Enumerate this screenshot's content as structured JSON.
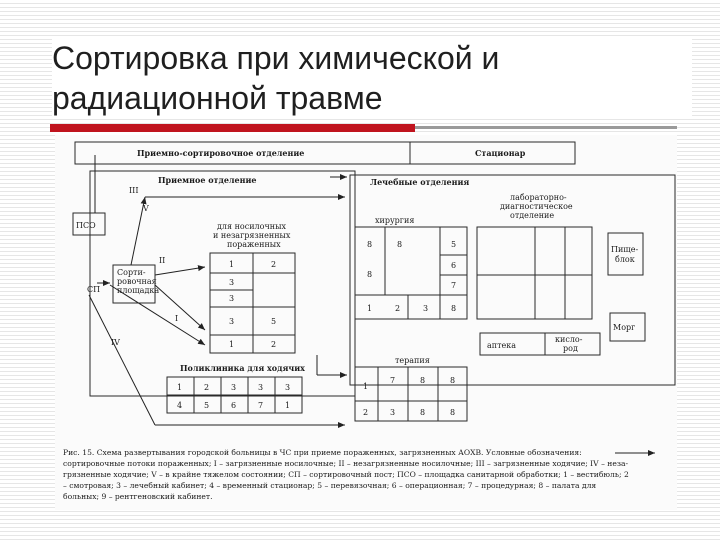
{
  "slide": {
    "title_line1": "Сортировка при химической и",
    "title_line2": "радиационной травме"
  },
  "diagram": {
    "header_left": "Приемно-сортировочное отделение",
    "header_right": "Стационар",
    "reception": "Приемное отделение",
    "treatment": "Лечебные отделения",
    "surgery": "хирургия",
    "lab_line1": "лабораторно-",
    "lab_line2": "диагностическое",
    "lab_line3": "отделение",
    "pso": "ПСО",
    "sp": "СП",
    "sort_line1": "Сорти-",
    "sort_line2": "ровочная",
    "sort_line3": "площадка",
    "walking_line1": "для носилочных",
    "walking_line2": "и незагрязненных",
    "walking_line3": "пораженных",
    "polyclinic": "Поликлиника для ходячих",
    "therapy": "терапия",
    "pharmacy": "аптека",
    "oxygen_line1": "кисло-",
    "oxygen_line2": "род",
    "food_line1": "Пище-",
    "food_line2": "блок",
    "morgue": "Морг",
    "roman": [
      "I",
      "II",
      "III",
      "IV",
      "V"
    ],
    "cells": {
      "walk": [
        "1",
        "2",
        "3",
        "3",
        "3",
        "5",
        "1",
        "2"
      ],
      "poly": [
        "1",
        "2",
        "3",
        "3",
        "3",
        "4",
        "5",
        "6",
        "7",
        "1"
      ],
      "surgery": [
        "8",
        "8",
        "8",
        "5",
        "6",
        "7",
        "1",
        "2",
        "3",
        "8"
      ],
      "therapy": [
        "1",
        "7",
        "8",
        "8",
        "2",
        "3",
        "8",
        "8"
      ]
    }
  },
  "caption": {
    "line1": "Рис. 15. Схема развертывания городской больницы в ЧС при приеме пораженных, загрязненных АОХВ. Условные обозначения:",
    "line2": "сортировочные потоки пораженных; I – загрязненные носилочные; II – незагрязненные носилочные; III – загрязненные ходячие; IV – неза-",
    "line3": "грязненные ходячие; V – в крайне тяжелом состоянии; СП – сортировочный пост; ПСО – площадка санитарной обработки; 1 – вестибюль; 2",
    "line4": "– смотровая; 3 – лечебный кабинет; 4 – временный стационар; 5 – перевязочная; 6 – операционная; 7 – процедурная; 8 – палата для",
    "line5": "больных; 9 – рентгеновский кабинет."
  }
}
